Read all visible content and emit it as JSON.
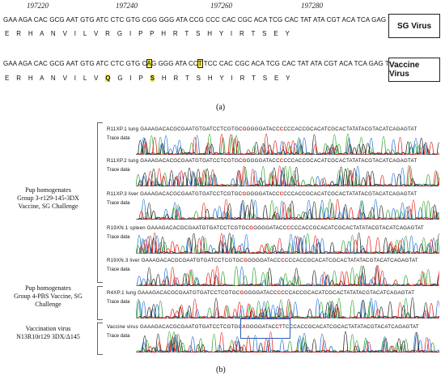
{
  "panel_a": {
    "positions": [
      "197220",
      "197240",
      "197260",
      "197280"
    ],
    "sg_seq_pre": "GAA AGA CAC GCG AAT GTG ATC CTC GTG CGG GGG ATA CCG CCC CAC CGC ACA TCG CAC TAT ATA CGT ACA TCA GAG TAT",
    "sg_aa": "E    R    H    A    N    V    I    L    V    R    G    I    P    P    H    R    T    S    H    Y    I    R    T    S    E    Y",
    "sg_box": "SG Virus",
    "vac_seq_a": "GAA AGA CAC GCG AAT GTG ATC CTC GTG C",
    "vac_seq_hl1": "A",
    "vac_seq_b": "G GGG ATA CC",
    "vac_seq_hl2": "T",
    "vac_seq_c": " TCC CAC CGC ACA TCG CAC TAT ATA CGT ACA TCA GAG TAT",
    "vac_aa_a": "E    R    H    A    N    V    I    L    V    ",
    "vac_aa_hl1": "Q",
    "vac_aa_b": "    G    I    P    ",
    "vac_aa_hl2": "S",
    "vac_aa_c": "    H    R    T    S    H    Y    I    R    T    S    E    Y",
    "vac_box": "Vaccine Virus",
    "label": "(a)"
  },
  "panel_b": {
    "label": "(b)",
    "groups": [
      {
        "text": "Pup homogenates\nGroup 3-r129-145-3DX\nVaccine, SG Challenge"
      },
      {
        "text": "Pup homogenates\nGroup 4-PBS Vaccine, SG\nChallenge"
      },
      {
        "text": "Vaccination virus\nN13R10r129 3DX/Δ145"
      }
    ],
    "rows": [
      {
        "label": "R11XP.1 lung",
        "seq_a": "GAAAGACACGCGAATGTGATCCTCGTGC",
        "red1": "G",
        "seq_b": "GGGGATACC",
        "red2": "C",
        "seq_c": "CCCACCGCACATCGCACTATATACGTACATCAGAGTAT",
        "trace": "Trace data"
      },
      {
        "label": "R11XP.2 lung",
        "seq_a": "GAAAGACACGCGAATGTGATCCTCGTGC",
        "red1": "G",
        "seq_b": "GGGGATACC",
        "red2": "C",
        "seq_c": "CCCACCGCACATCGCACTATATACGTACATCAGAGTAT",
        "trace": "Trace data"
      },
      {
        "label": "R11XP.3 liver",
        "seq_a": "GAAAGACACGCGAATGTGATCCTCGTGC",
        "red1": "G",
        "seq_b": "GGGGATACC",
        "red2": "C",
        "seq_c": "CCCACCGCACATCGCACTATATACGTACATCAGAGTAT",
        "trace": "Trace data"
      },
      {
        "label": "R19XN.1 spleen",
        "seq_a": "GAAAGACACGCGAATGTGATCCTCGTGC",
        "red1": "G",
        "seq_b": "GGGGATACC",
        "red2": "C",
        "seq_c": "CCCACCGCACATCGCACTATATACGTACATCAGAGTAT",
        "trace": "Trace data"
      },
      {
        "label": "R19XN.3 liver",
        "seq_a": "GAAAGACACGCGAATGTGATCCTCGTGC",
        "red1": "G",
        "seq_b": "GGGGATACC",
        "red2": "C",
        "seq_c": "CCCACCGCACATCGCACTATATACGTACATCAGAGTAT",
        "trace": "Trace data"
      },
      {
        "label": "R4XP.1 lung",
        "seq_a": "GAAAGACACGCGAATGTGATCCTCGTGC",
        "red1": "G",
        "seq_b": "GGGGATACC",
        "red2": "C",
        "seq_c": "CCCACCGCACATCGCACTATATACGTACATCAGAGTAT",
        "trace": "Trace data"
      },
      {
        "label": "Vaccine virus",
        "seq_a": "GAAAGACACGCGAATGTGATCCTCGTGC",
        "red1": "A",
        "seq_b": "GGGGATACC",
        "red2": "T",
        "seq_c": "TCCCACCGCACATCGCACTATATACGTACATCAGAGTAT",
        "trace": "Trace data"
      }
    ]
  },
  "colors": {
    "highlight": "#f7ef3b",
    "red": "#e0201b",
    "trace_a": "#2ca02c",
    "trace_c": "#1f6fd1",
    "trace_g": "#222222",
    "trace_t": "#e0201b",
    "box": "#2b5fb8"
  }
}
